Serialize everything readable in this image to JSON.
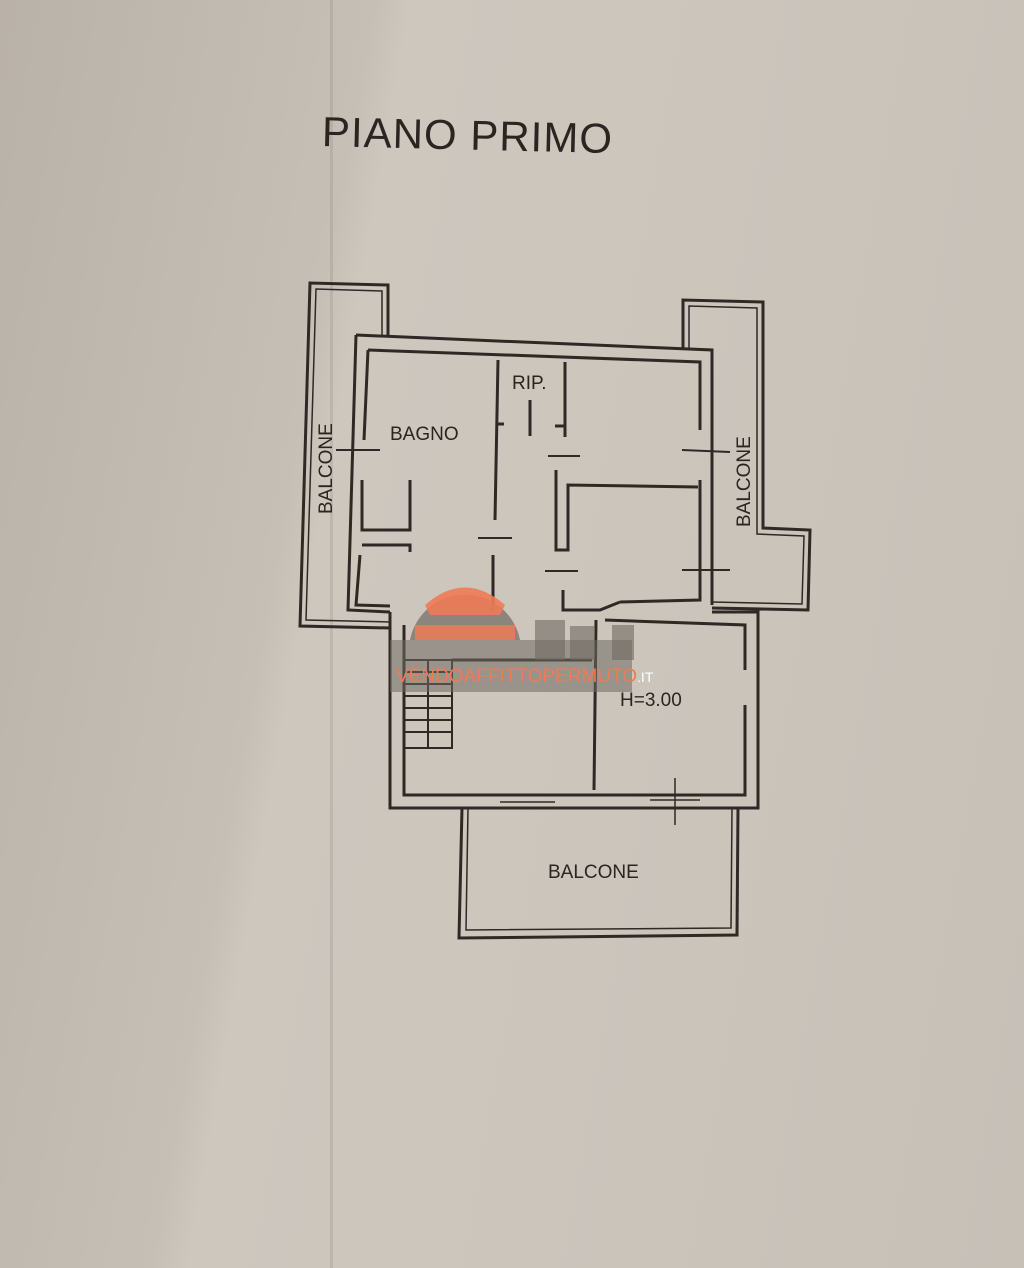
{
  "title": "PIANO PRIMO",
  "rooms": {
    "bagno": "BAGNO",
    "ripostiglio": "RIP.",
    "balcone_left": "BALCONE",
    "balcone_right": "BALCONE",
    "balcone_bottom": "BALCONE",
    "height": "H=3.00"
  },
  "watermark": {
    "text": "VENDOAFFITTOPERMUTO",
    "suffix": ".IT",
    "color": "#f07a55"
  }
}
